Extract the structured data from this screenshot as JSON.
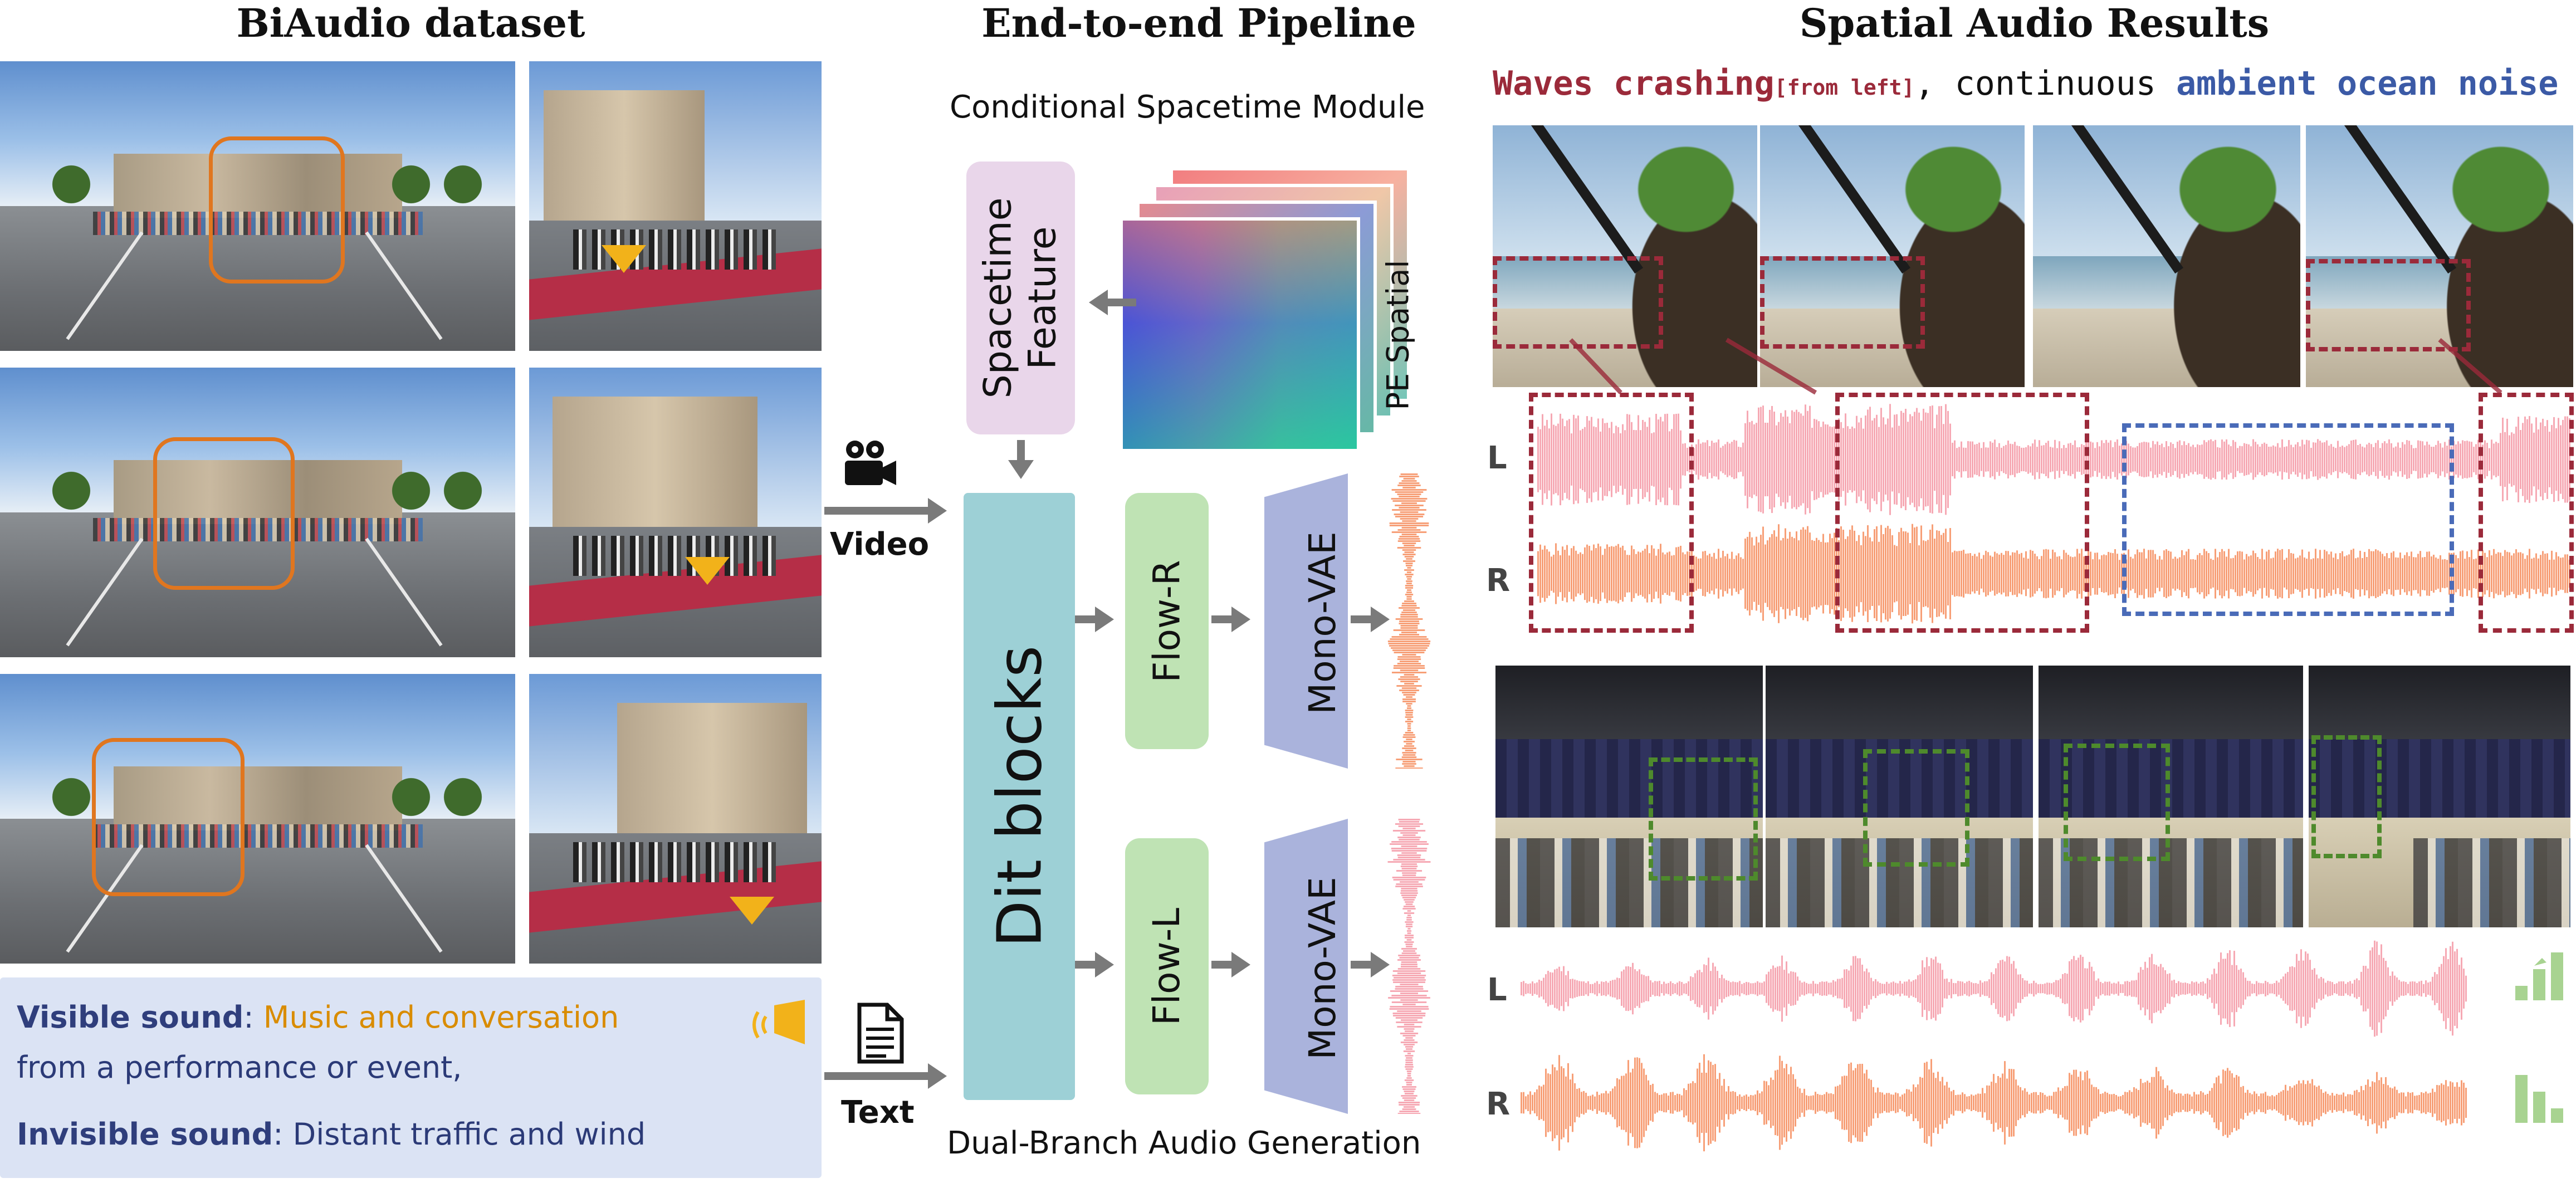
{
  "sections": {
    "left_title": "BiAudio dataset",
    "middle_title": "End-to-end Pipeline",
    "right_title": "Spatial Audio Results"
  },
  "caption": {
    "visible_label": "Visible sound",
    "visible_text": "Music and conversation",
    "visible_text_2": "from a performance or event,",
    "invisible_label": "Invisible sound",
    "invisible_text": "Distant traffic and wind",
    "colon": ":"
  },
  "pipeline": {
    "conditional_module": "Conditional Spacetime Module",
    "spacetime_feature_line1": "Spacetime",
    "spacetime_feature_line2": "Feature",
    "pe_spatial": "PE Spatial",
    "video_label": "Video",
    "text_label": "Text",
    "dit_blocks": "Dit blocks",
    "flow_r": "Flow-R",
    "flow_l": "Flow-L",
    "mono_vae": "Mono-VAE",
    "dual_branch": "Dual-Branch Audio Generation"
  },
  "results": {
    "caption_part1": "Waves crashing",
    "caption_sub": "[from left]",
    "caption_part2": ", continuous ",
    "caption_part3": "ambient ocean noise",
    "channel_L": "L",
    "channel_R": "R"
  },
  "colors": {
    "dit": "#9dd0d6",
    "flow": "#bfe3b4",
    "vae": "#aab3dc",
    "spacetime": "#e9d6ea",
    "wave_L": "#f6a9b4",
    "wave_R": "#f79f77",
    "red_dash": "#9b2a3a",
    "blue_dash": "#4a6bb8",
    "green_dash": "#4e8a2c",
    "caption_red": "#9b2a3a",
    "caption_blue": "#3b5aa6",
    "caption_orange": "#d98c00"
  },
  "icons": [
    "video-camera-icon",
    "document-icon",
    "speaker-icon",
    "volume-bars-icon"
  ]
}
